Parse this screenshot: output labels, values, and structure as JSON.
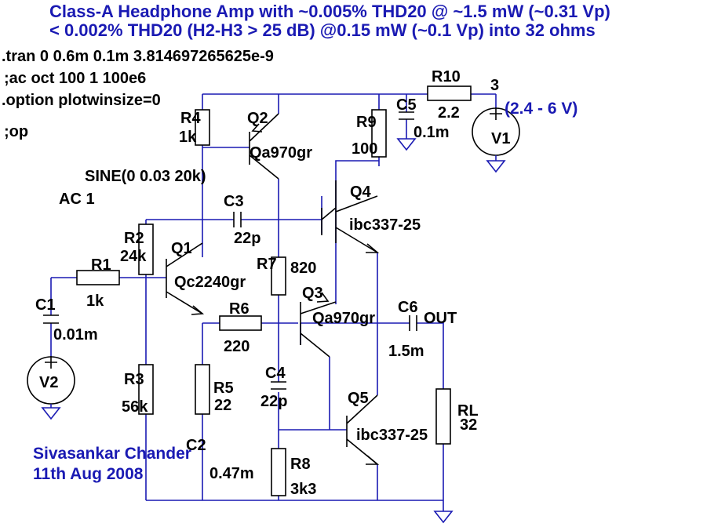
{
  "title": {
    "line1": "Class-A Headphone Amp with ~0.005% THD20 @ ~1.5 mW (~0.31 Vp)",
    "line2": "< 0.002% THD20 (H2-H3 > 25 dB) @0.15 mW (~0.1 Vp) into 32 ohms"
  },
  "directives": {
    "tran": ".tran 0 0.6m 0.1m 3.814697265625e-9",
    "ac": ";ac oct 100 1 100e6",
    "option": ".option plotwinsize=0",
    "op": ";op"
  },
  "components": {
    "R1": {
      "name": "R1",
      "value": "1k"
    },
    "R2": {
      "name": "R2",
      "value": "24k"
    },
    "R3": {
      "name": "R3",
      "value": "56k"
    },
    "R4": {
      "name": "R4",
      "value": "1k"
    },
    "R5": {
      "name": "R5",
      "value": "22"
    },
    "R6": {
      "name": "R6",
      "value": "220"
    },
    "R7": {
      "name": "R7",
      "value": "820"
    },
    "R8": {
      "name": "R8",
      "value": "3k3"
    },
    "R9": {
      "name": "R9",
      "value": "100"
    },
    "R10": {
      "name": "R10",
      "value": "2.2"
    },
    "RL": {
      "name": "RL",
      "value": "32"
    },
    "C1": {
      "name": "C1",
      "value": "0.01m"
    },
    "C2": {
      "name": "C2",
      "value": "0.47m"
    },
    "C3": {
      "name": "C3",
      "value": "22p"
    },
    "C4": {
      "name": "C4",
      "value": "22p"
    },
    "C5": {
      "name": "C5",
      "value": "0.1m"
    },
    "C6": {
      "name": "C6",
      "value": "1.5m"
    },
    "Q1": {
      "name": "Q1",
      "value": "Qc2240gr"
    },
    "Q2": {
      "name": "Q2",
      "value": "Qa970gr"
    },
    "Q3": {
      "name": "Q3",
      "value": "Qa970gr"
    },
    "Q4": {
      "name": "Q4",
      "value": "ibc337-25"
    },
    "Q5": {
      "name": "Q5",
      "value": "ibc337-25"
    },
    "V1": {
      "name": "V1",
      "value": "3",
      "note": "(2.4 - 6 V)"
    },
    "V2": {
      "name": "V2",
      "value": "SINE(0 0.03 20k)",
      "ac": "AC 1"
    }
  },
  "net_labels": {
    "out": "OUT"
  },
  "author": {
    "name": "Sivasankar Chander",
    "date": "11th Aug 2008"
  },
  "colors": {
    "wire": "#1a1ab3",
    "component": "#000000",
    "comment": "#1a1ab3",
    "background": "#ffffff"
  }
}
